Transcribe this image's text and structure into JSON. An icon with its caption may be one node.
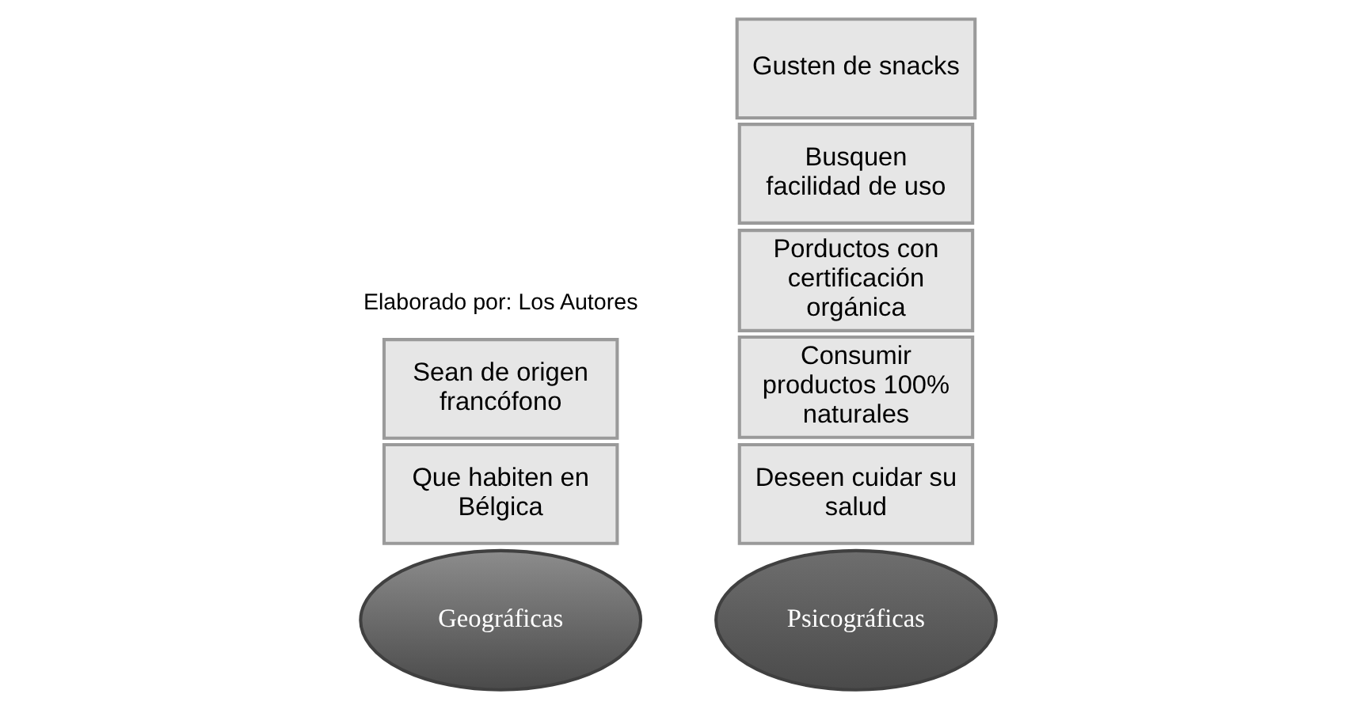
{
  "diagram": {
    "nodes": [
      {
        "text": [
          "Geográficas"
        ]
      },
      {
        "text": [
          "Que habiten en Bélgica"
        ]
      },
      {
        "text": [
          "Sean de origen francófono"
        ]
      },
      {
        "text": [
          "Psicográficas"
        ]
      },
      {
        "text": [
          "Deseen cuidar su salud"
        ]
      },
      {
        "text": [
          "Consumir productos 100% naturales"
        ]
      },
      {
        "text": [
          "Porductos con certificación orgánica"
        ]
      },
      {
        "text": [
          "Busquen facilidad de uso"
        ]
      },
      {
        "text": [
          "Gusten de snacks"
        ]
      }
    ],
    "labels": [
      "Elaborado por: Los Autores"
    ]
  }
}
